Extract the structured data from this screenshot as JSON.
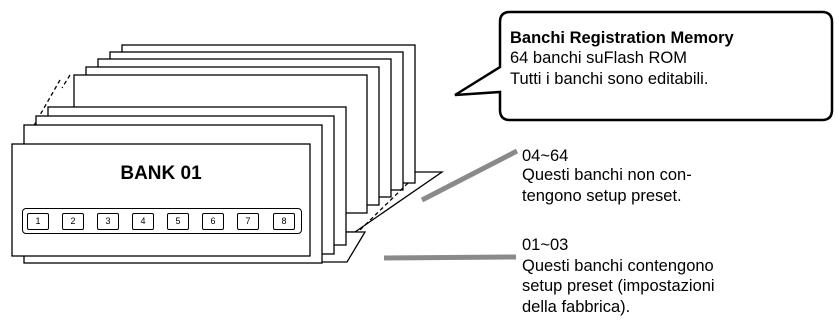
{
  "bank": {
    "label": "BANK 01",
    "buttons": [
      "1",
      "2",
      "3",
      "4",
      "5",
      "6",
      "7",
      "8"
    ]
  },
  "callout": {
    "title": "Banchi Registration Memory",
    "line1": "64 banchi suFlash ROM",
    "line2": "Tutti i banchi sono editabili."
  },
  "annotation_upper": {
    "range": "04~64",
    "line1": "Questi banchi non con-",
    "line2": "tengono setup preset."
  },
  "annotation_lower": {
    "range": "01~03",
    "line1": "Questi banchi contengono",
    "line2": "setup preset (impostazioni",
    "line3": "della fabbrica)."
  }
}
